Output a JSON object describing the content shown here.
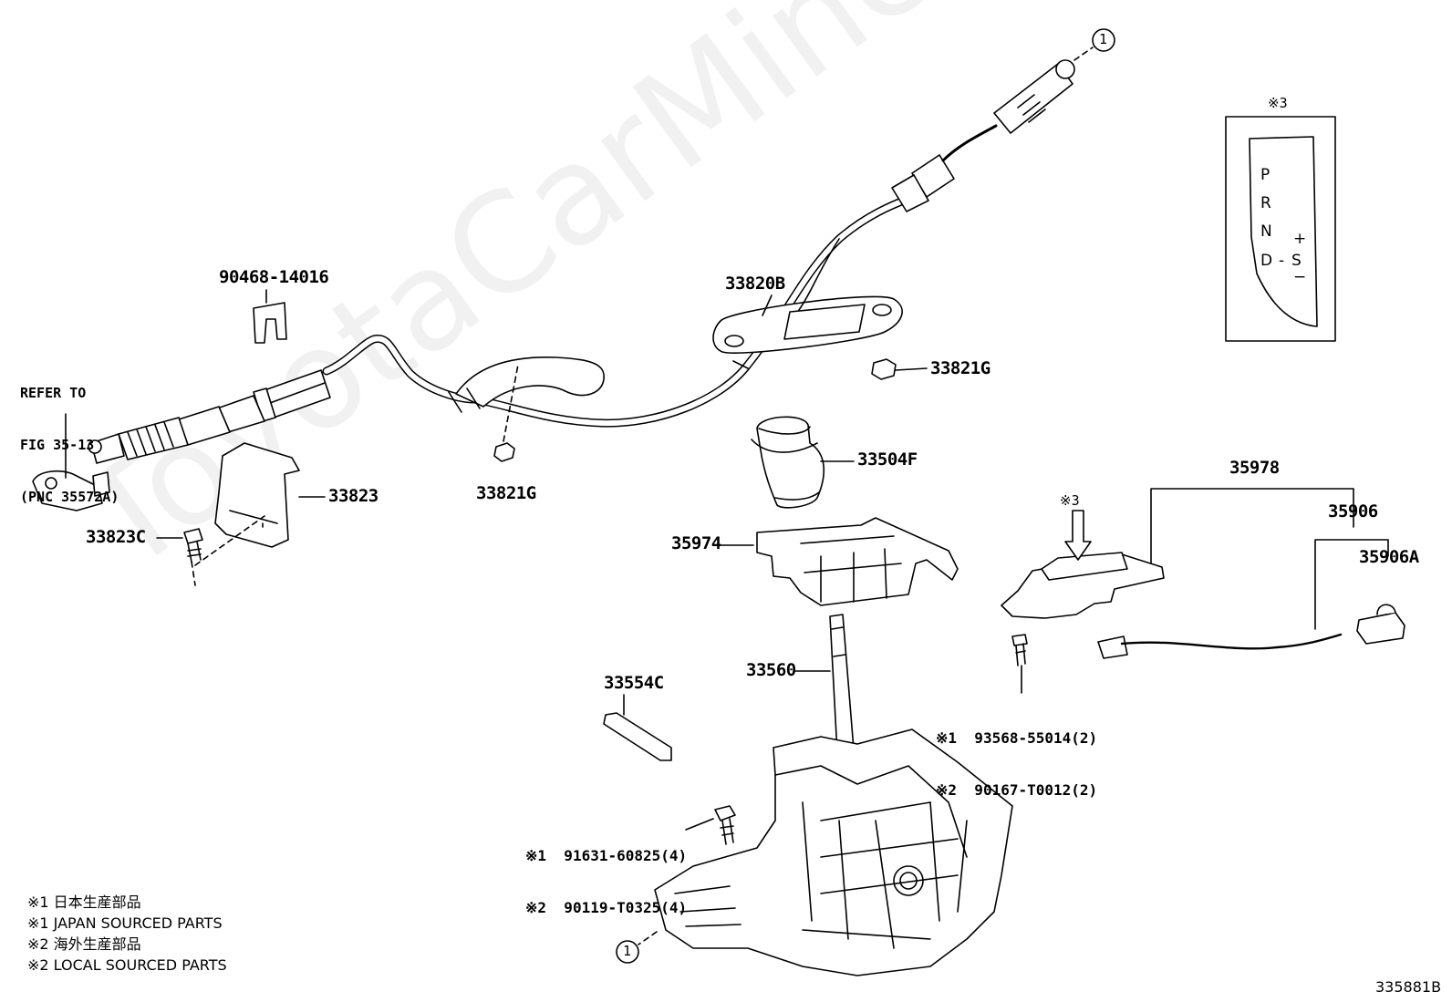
{
  "diagram_code": "335881B",
  "watermark": "ToyotaCarMine.ru",
  "ref_note": {
    "line1": "REFER TO",
    "line2": "FIG 35-13",
    "line3": "(PNC 35572A)"
  },
  "marker_one": "1",
  "gate_panel": {
    "marker": "※3",
    "letters": [
      "P",
      "R",
      "N",
      "D",
      "-",
      "S",
      "+",
      "−"
    ]
  },
  "parts": {
    "p90468": "90468-14016",
    "p33820B": "33820B",
    "p33821G_top": "33821G",
    "p33821G_mid": "33821G",
    "p33823": "33823",
    "p33823C": "33823C",
    "p33504F": "33504F",
    "p35974": "35974",
    "p35978": "35978",
    "p35906": "35906",
    "p35906A": "35906A",
    "p33560": "33560",
    "p33554C": "33554C",
    "marker3": "※3"
  },
  "bolt_notes": {
    "right_1": "※1  93568-55014(2)",
    "right_2": "※2  90167-T0012(2)",
    "left_1": "※1  91631-60825(4)",
    "left_2": "※2  90119-T0325(4)"
  },
  "legend": {
    "l1": "※1 日本生産部品",
    "l2": "※1 JAPAN SOURCED PARTS",
    "l3": "※2 海外生産部品",
    "l4": "※2 LOCAL SOURCED PARTS"
  }
}
